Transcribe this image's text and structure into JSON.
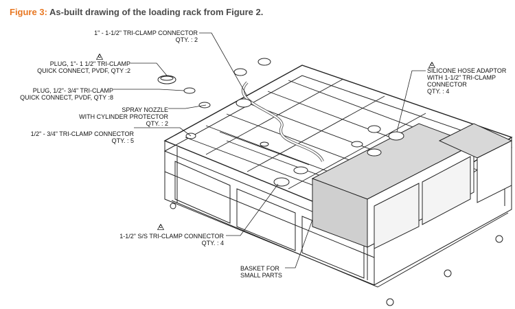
{
  "caption": {
    "label": "Figure 3:",
    "text": "As-built drawing of the loading rack from Figure 2."
  },
  "callouts": {
    "connector_1in": {
      "line1": "1\" - 1-1/2\" TRI-CLAMP CONNECTOR",
      "line2": "QTY. : 2"
    },
    "plug_1in": {
      "line1": "PLUG, 1\"- 1 1/2\" TRI-CLAMP",
      "line2": "QUICK CONNECT, PVDF, QTY :2"
    },
    "plug_half": {
      "line1": "PLUG, 1/2\"- 3/4\" TRI-CLAMP",
      "line2": "QUICK CONNECT, PVDF, QTY :8"
    },
    "spray_nozzle": {
      "line1": "SPRAY NOZZLE",
      "line2": "WITH CYLINDER PROTECTOR",
      "line3": "QTY. : 2"
    },
    "connector_half": {
      "line1": "1/2\" - 3/4\" TRI-CLAMP CONNECTOR",
      "line2": "QTY. : 5"
    },
    "hose_adaptor": {
      "line1": "SILICONE HOSE ADAPTOR",
      "line2": "WITH 1-1/2\"  TRI-CLAMP",
      "line3": "CONNECTOR",
      "line4": "QTY. : 4"
    },
    "connector_ss": {
      "line1": "1-1/2\" S/S TRI-CLAMP CONNECTOR",
      "line2": "QTY. : 4"
    },
    "basket": {
      "line1": "BASKET FOR",
      "line2": "SMALL PARTS"
    }
  },
  "revision_marks": {
    "symbol": "C"
  }
}
